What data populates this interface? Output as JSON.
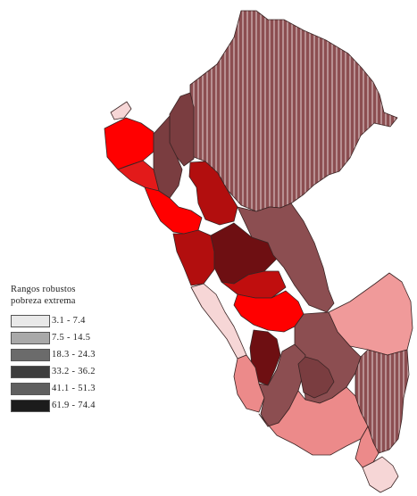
{
  "legend": {
    "title_line1": "Rangos robustos",
    "title_line2": "pobreza extrema",
    "items": [
      {
        "label": "3.1 - 7.4",
        "color": "#e9e9e9"
      },
      {
        "label": "7.5 - 14.5",
        "color": "#a9a9a9"
      },
      {
        "label": "18.3 - 24.3",
        "color": "#6b6b6b"
      },
      {
        "label": "33.2 - 36.2",
        "color": "#3d3d3d"
      },
      {
        "label": "41.1 - 51.3",
        "color": "#5f5f5f"
      },
      {
        "label": "61.9 - 74.4",
        "color": "#1c1c1c"
      }
    ]
  },
  "palette": {
    "lightest_pink": "#f6d6d6",
    "light_pink": "#f09a9a",
    "salmon": "#ec8a8a",
    "bright_red": "#ff0000",
    "red": "#e31a1a",
    "dark_red": "#b20e0e",
    "very_dark_red": "#6e0f12",
    "brown": "#8c4e51",
    "brown_dark": "#7a3d40"
  }
}
